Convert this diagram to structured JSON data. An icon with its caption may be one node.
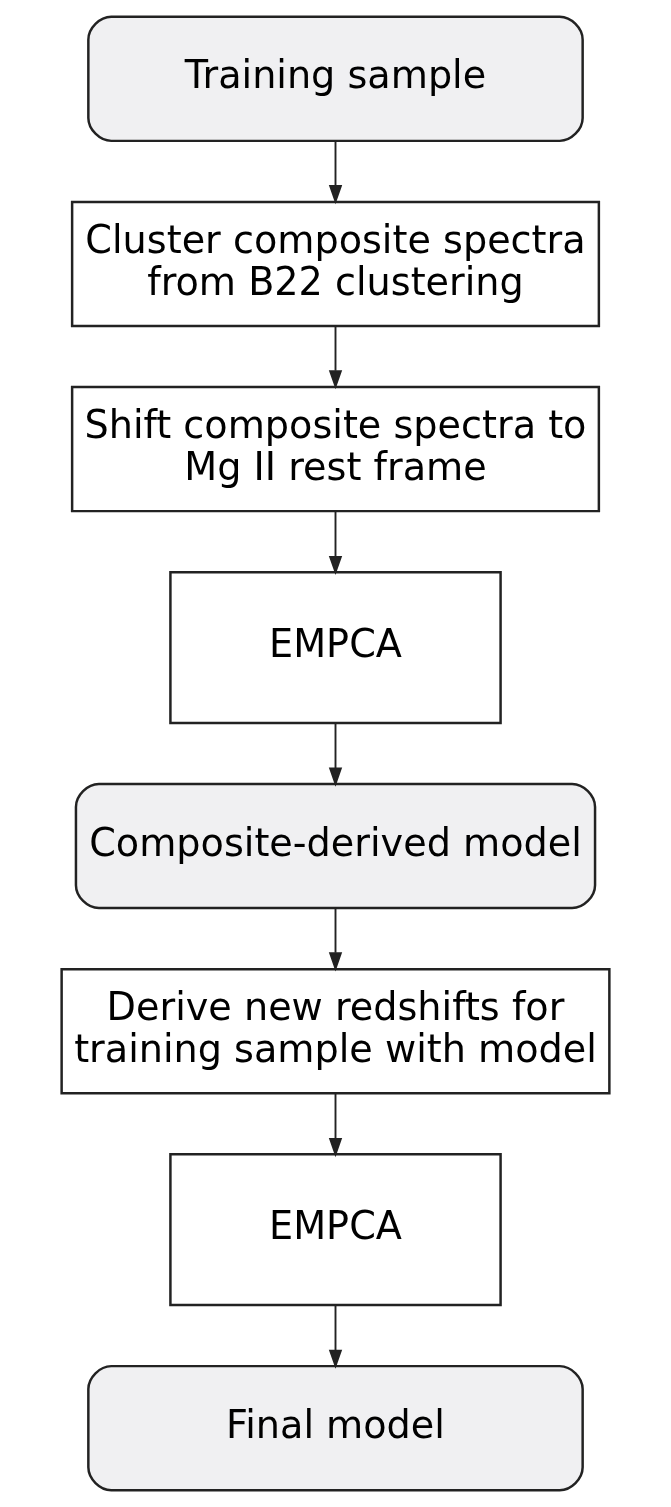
{
  "diagram": {
    "nodes": [
      {
        "text": [
          "Training sample"
        ]
      },
      {
        "text": [
          "Cluster composite spectra from B22 clustering"
        ]
      },
      {
        "text": [
          "Shift composite spectra to Mg II rest frame"
        ]
      },
      {
        "text": [
          "EMPCA"
        ]
      },
      {
        "text": [
          "Composite-derived model"
        ]
      },
      {
        "text": [
          "Derive new redshifts for training sample with model"
        ]
      },
      {
        "text": [
          "EMPCA"
        ]
      },
      {
        "text": [
          "Final model"
        ]
      }
    ],
    "edges": [
      {
        "from": 0,
        "to": 1,
        "arrow": "to"
      },
      {
        "from": 1,
        "to": 2,
        "arrow": "to"
      },
      {
        "from": 2,
        "to": 3,
        "arrow": "to"
      },
      {
        "from": 3,
        "to": 4,
        "arrow": "to"
      },
      {
        "from": 4,
        "to": 5,
        "arrow": "to"
      },
      {
        "from": 5,
        "to": 6,
        "arrow": "to"
      },
      {
        "from": 6,
        "to": 7,
        "arrow": "to"
      }
    ]
  }
}
